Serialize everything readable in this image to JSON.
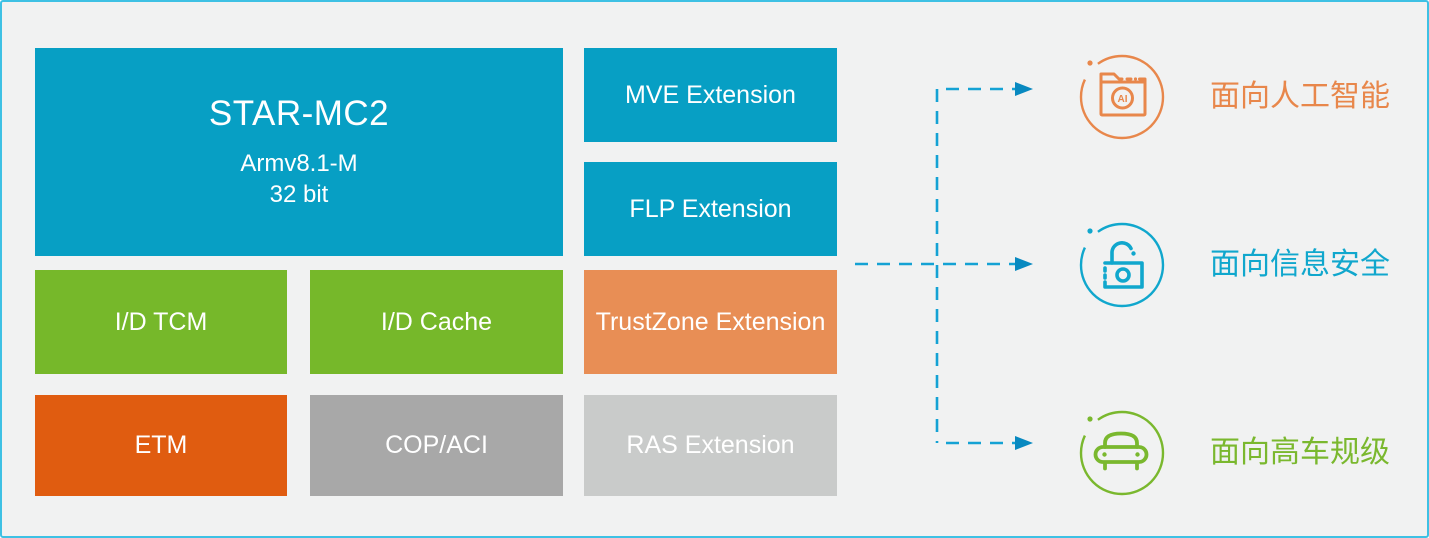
{
  "diagram": {
    "background": "#f1f2f2",
    "border_color": "#3ec1e4"
  },
  "core": {
    "title": "STAR-MC2",
    "subtitle_line1": "Armv8.1-M",
    "subtitle_line2": "32 bit",
    "color": "#079fc4"
  },
  "blocks": [
    {
      "label": "MVE Extension",
      "color": "#079fc4"
    },
    {
      "label": "FLP Extension",
      "color": "#079fc4"
    },
    {
      "label": "I/D TCM",
      "color": "#76b82a"
    },
    {
      "label": "I/D Cache",
      "color": "#76b82a"
    },
    {
      "label": "TrustZone Extension",
      "color": "#e88e55"
    },
    {
      "label": "ETM",
      "color": "#e05c10"
    },
    {
      "label": "COP/ACI",
      "color": "#a8a8a8"
    },
    {
      "label": "RAS Extension",
      "color": "#c9cbca"
    }
  ],
  "targets": [
    {
      "label": "面向人工智能",
      "color": "#e8874b",
      "icon": "ai-folder-icon",
      "icon_label": "AI"
    },
    {
      "label": "面向信息安全",
      "color": "#10a7cd",
      "icon": "open-lock-icon"
    },
    {
      "label": "面向高车规级",
      "color": "#7ab82e",
      "icon": "car-icon"
    }
  ],
  "arrows": {
    "line_color": "#14a2d4",
    "head_color": "#0889c0"
  }
}
